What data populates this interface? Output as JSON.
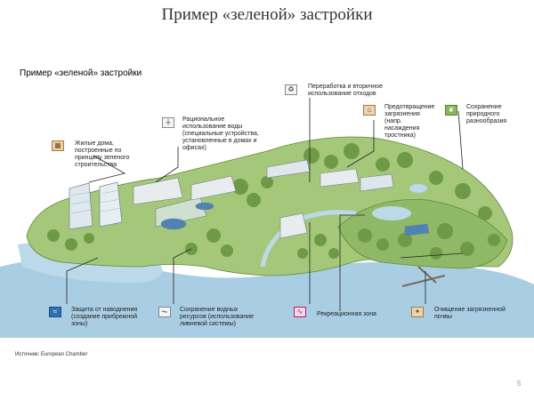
{
  "slide_title": "Пример «зеленой» застройки",
  "sub_title": "Пример «зеленой» застройки",
  "labels": {
    "residential": "Жилые дома,\nпостроенные по\nпринципу зеленого\nстроительства",
    "water_use": "Рациональное\nиспользование воды\n(специальные устройства,\nустановленные в домах и\nофисах)",
    "recycling": "Переработка и вторичное\nиспользование отходов",
    "pollution_prevention": "Предотвращение\nзагрязнения\n(напр.\nнасаждения\nтростника)",
    "biodiversity": "Сохранение\nприродного\nразнообразия",
    "flood_protection": "Защита от наводнения\n(создание прибрежной\nзоны)",
    "water_resources": "Сохранение водных\nресурсов (использование\nливневой системы)",
    "recreation": "Рекреационная зона",
    "soil_cleanup": "Очищение загрязненной\nпочвы"
  },
  "icons": {
    "residential": "building-icon",
    "water_use": "faucet-icon",
    "recycling": "recycle-icon",
    "pollution_prevention": "factory-icon",
    "biodiversity": "leaf-icon",
    "flood_protection": "wave-icon",
    "water_resources": "rainwater-icon",
    "recreation": "recreation-icon",
    "soil_cleanup": "soil-icon"
  },
  "colors": {
    "water": "#a9cde3",
    "land_dark": "#6e9a45",
    "land_light": "#a5c77a",
    "callout_line": "#222222"
  },
  "source": "Источник: European Chamber",
  "page_number": "5"
}
